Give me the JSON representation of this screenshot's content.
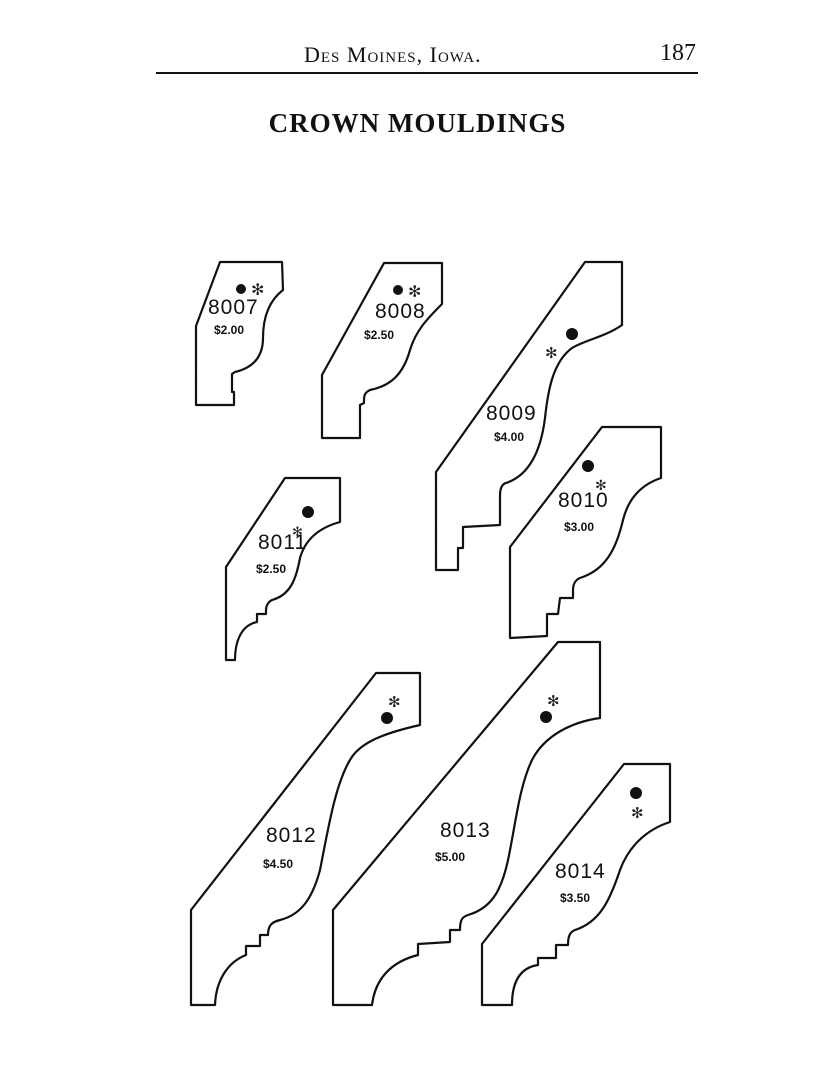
{
  "header": {
    "place": "Des Moines, Iowa.",
    "page_number": "187"
  },
  "title": "CROWN MOULDINGS",
  "mouldings": [
    {
      "number": "8007",
      "price": "$2.00"
    },
    {
      "number": "8008",
      "price": "$2.50"
    },
    {
      "number": "8009",
      "price": "$4.00"
    },
    {
      "number": "8010",
      "price": "$3.00"
    },
    {
      "number": "8011",
      "price": "$2.50"
    },
    {
      "number": "8012",
      "price": "$4.50"
    },
    {
      "number": "8013",
      "price": "$5.00"
    },
    {
      "number": "8014",
      "price": "$3.50"
    }
  ],
  "markers": {
    "dot_icon": "filled-circle",
    "star_icon": "asterisk"
  }
}
